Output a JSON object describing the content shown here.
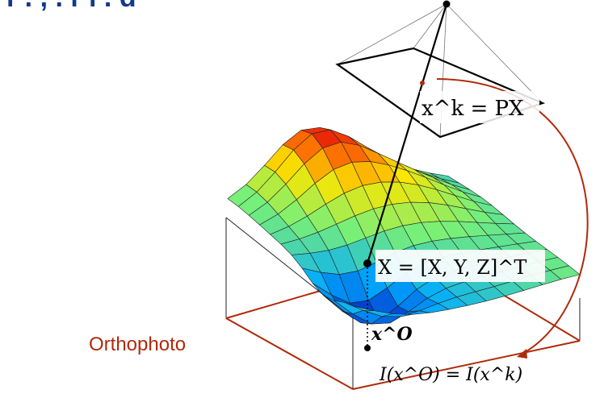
{
  "title_fragment": "r  .  ,  .  r  l  .  d",
  "labels": {
    "projection": "x^k = PX",
    "point": "X = [X, Y, Z]^T",
    "ortho_point": "x^O",
    "equation": "I(x^O) = I(x^k)",
    "orthophoto": "Orthophoto"
  },
  "colors": {
    "title": "#123a8c",
    "accent": "#b02a0a"
  }
}
